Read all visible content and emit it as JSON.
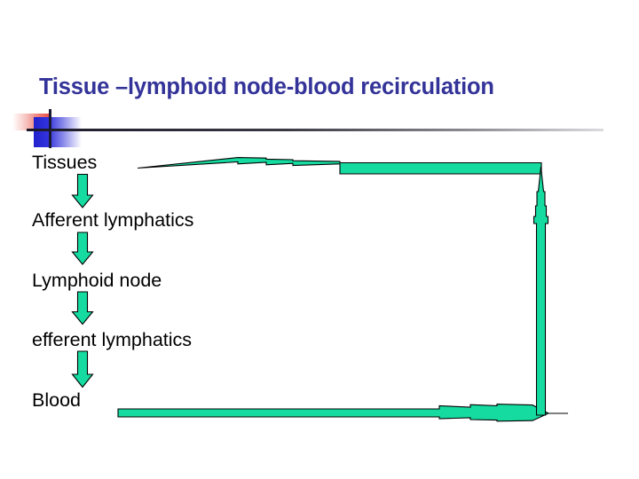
{
  "slide": {
    "title": "Tissue –lymphoid node-blood recirculation",
    "title_color": "#333399",
    "background_color": "#ffffff",
    "body_text_color": "#000000"
  },
  "ornament": {
    "red_block_color": "#e8473f",
    "blue_block_color": "#3333cc",
    "rule_color": "#1a1a2a"
  },
  "diagram": {
    "arrow_fill": "#16dba0",
    "arrow_stroke": "#000000",
    "steps": [
      {
        "id": "tissues",
        "label": "Tissues"
      },
      {
        "id": "afferent-lymphatics",
        "label": "Afferent lymphatics"
      },
      {
        "id": "lymphoid-node",
        "label": "Lymphoid node"
      },
      {
        "id": "efferent-lymphatics",
        "label": "efferent lymphatics"
      },
      {
        "id": "blood",
        "label": "Blood"
      }
    ],
    "connectors": [
      {
        "id": "tissues-to-afferent",
        "direction": "down",
        "from": "Tissues",
        "to": "Afferent lymphatics"
      },
      {
        "id": "afferent-to-node",
        "direction": "down",
        "from": "Afferent lymphatics",
        "to": "Lymphoid node"
      },
      {
        "id": "node-to-efferent",
        "direction": "down",
        "from": "Lymphoid node",
        "to": "efferent lymphatics"
      },
      {
        "id": "efferent-to-blood",
        "direction": "down",
        "from": "efferent lymphatics",
        "to": "Blood"
      },
      {
        "id": "blood-to-right-riser",
        "direction": "left",
        "from": "right riser",
        "to": "Blood"
      },
      {
        "id": "right-riser-up",
        "direction": "up",
        "from": "Blood level",
        "to": "Tissues level"
      },
      {
        "id": "right-riser-to-tissues",
        "direction": "left",
        "from": "right riser top",
        "to": "Tissues"
      }
    ]
  }
}
